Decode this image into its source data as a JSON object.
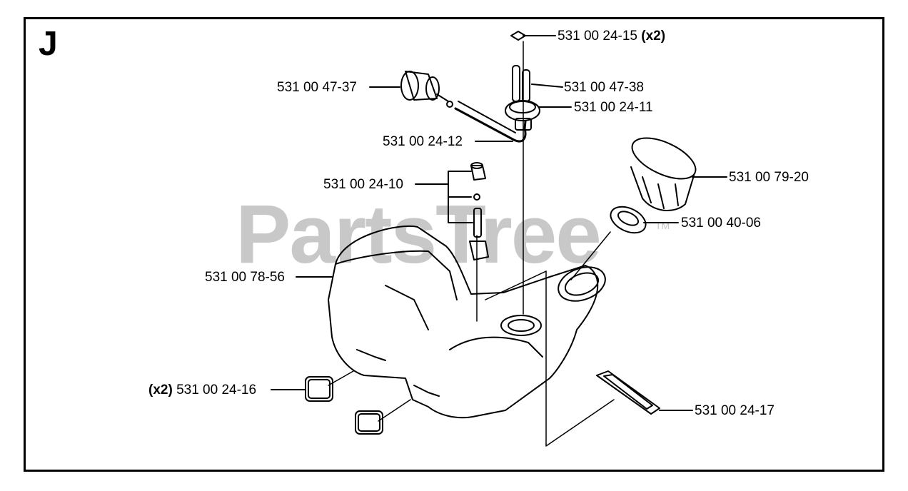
{
  "section_letter": "J",
  "watermark": "PartsTree",
  "watermark_tm": "TM",
  "parts": [
    {
      "number": "531 00 24-15",
      "qty": "(x2)"
    },
    {
      "number": "531 00 47-38"
    },
    {
      "number": "531 00 24-11"
    },
    {
      "number": "531 00 47-37"
    },
    {
      "number": "531 00 24-12"
    },
    {
      "number": "531 00 24-10"
    },
    {
      "number": "531 00 79-20"
    },
    {
      "number": "531 00 40-06"
    },
    {
      "number": "531 00 78-56"
    },
    {
      "number": "531 00 24-16",
      "qty": "(x2)"
    },
    {
      "number": "531 00 24-17"
    }
  ]
}
